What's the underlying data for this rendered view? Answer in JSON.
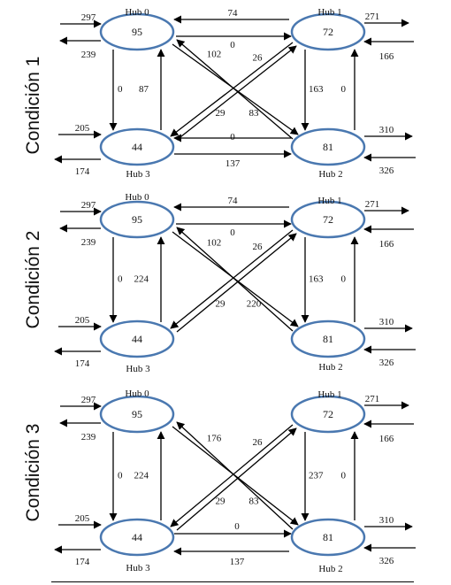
{
  "conditions": [
    {
      "label": "Condición 1",
      "hubs": [
        {
          "name": "Hub 0",
          "value": "95",
          "in": "297",
          "out": "239"
        },
        {
          "name": "Hub 1",
          "value": "72",
          "in": "166",
          "out": "271"
        },
        {
          "name": "Hub 2",
          "value": "81",
          "in": "326",
          "out": "310"
        },
        {
          "name": "Hub 3",
          "value": "44",
          "in": "205",
          "out": "174"
        }
      ],
      "flows": {
        "h1_to_h0": "74",
        "h0_to_h1": "0",
        "h0_to_h2": "102",
        "h2_to_h0": "83",
        "h1_to_h3": "26",
        "h3_to_h1": "29",
        "h0_to_h3": "0",
        "h3_to_h0": "87",
        "h1_to_h2": "163",
        "h2_to_h1": "0",
        "h2_to_h3": "0",
        "h3_to_h2": "137"
      }
    },
    {
      "label": "Condición 2",
      "hubs": [
        {
          "name": "Hub 0",
          "value": "95",
          "in": "297",
          "out": "239"
        },
        {
          "name": "Hub 1",
          "value": "72",
          "in": "166",
          "out": "271"
        },
        {
          "name": "Hub 2",
          "value": "81",
          "in": "326",
          "out": "310"
        },
        {
          "name": "Hub 3",
          "value": "44",
          "in": "205",
          "out": "174"
        }
      ],
      "flows": {
        "h1_to_h0": "74",
        "h0_to_h1": "0",
        "h0_to_h2": "102",
        "h2_to_h0": "220",
        "h1_to_h3": "26",
        "h3_to_h1": "29",
        "h0_to_h3": "0",
        "h3_to_h0": "224",
        "h1_to_h2": "163",
        "h2_to_h1": "0"
      }
    },
    {
      "label": "Condición 3",
      "hubs": [
        {
          "name": "Hub 0",
          "value": "95",
          "in": "297",
          "out": "239"
        },
        {
          "name": "Hub 1",
          "value": "72",
          "in": "166",
          "out": "271"
        },
        {
          "name": "Hub 2",
          "value": "81",
          "in": "326",
          "out": "310"
        },
        {
          "name": "Hub 3",
          "value": "44",
          "in": "205",
          "out": "174"
        }
      ],
      "flows": {
        "h0_to_h2": "176",
        "h2_to_h0": "83",
        "h1_to_h3": "26",
        "h3_to_h1": "29",
        "h0_to_h3": "0",
        "h3_to_h0": "224",
        "h1_to_h2": "237",
        "h2_to_h1": "0",
        "h3_to_h2": "0",
        "h2_to_h3": "137"
      }
    }
  ],
  "colors": {
    "hub_stroke": "#4a78b0",
    "line": "#000000",
    "text": "#111111"
  }
}
